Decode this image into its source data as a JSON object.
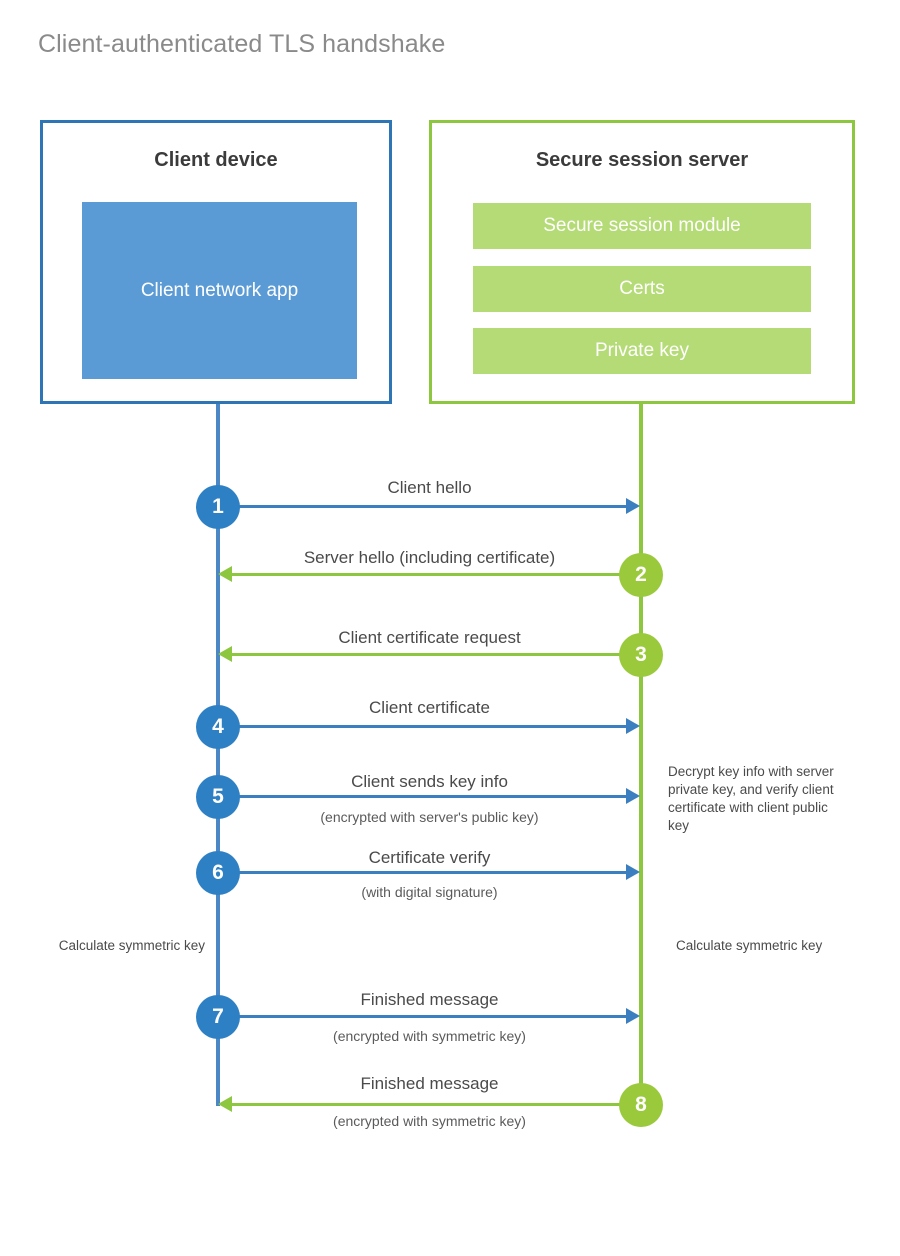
{
  "title": "Client-authenticated TLS handshake",
  "colors": {
    "client_border": "#2E75B6",
    "client_fill": "#5B9BD5",
    "client_line": "#4A87C4",
    "client_badge": "#2E80C4",
    "server_border": "#8DC63F",
    "server_fill": "#B5DB77",
    "server_line": "#8DC63F",
    "server_badge": "#9ACA3C",
    "title_color": "#8a8a8a",
    "text_color": "#4a4a4a",
    "background": "#ffffff"
  },
  "client": {
    "title": "Client device",
    "app_label": "Client network app"
  },
  "server": {
    "title": "Secure session server",
    "components": [
      {
        "label": "Secure session module"
      },
      {
        "label": "Certs"
      },
      {
        "label": "Private key"
      }
    ]
  },
  "steps": [
    {
      "number": "1",
      "label": "Client hello",
      "sublabel": "",
      "direction": "client-to-server",
      "color": "blue"
    },
    {
      "number": "2",
      "label": "Server hello (including certificate)",
      "sublabel": "",
      "direction": "server-to-client",
      "color": "green"
    },
    {
      "number": "3",
      "label": "Client certificate request",
      "sublabel": "",
      "direction": "server-to-client",
      "color": "green"
    },
    {
      "number": "4",
      "label": "Client certificate",
      "sublabel": "",
      "direction": "client-to-server",
      "color": "blue"
    },
    {
      "number": "5",
      "label": "Client sends key info",
      "sublabel": "(encrypted with server's public key)",
      "direction": "client-to-server",
      "color": "blue"
    },
    {
      "number": "6",
      "label": "Certificate verify",
      "sublabel": "(with digital signature)",
      "direction": "client-to-server",
      "color": "blue"
    },
    {
      "number": "7",
      "label": "Finished message",
      "sublabel": "(encrypted with symmetric key)",
      "direction": "client-to-server",
      "color": "blue"
    },
    {
      "number": "8",
      "label": "Finished message",
      "sublabel": "(encrypted with symmetric key)",
      "direction": "server-to-client",
      "color": "green"
    }
  ],
  "notes": {
    "server_decrypt": "Decrypt key info with server private key, and verify client certificate with client public key",
    "client_calculate": "Calculate symmetric key",
    "server_calculate": "Calculate symmetric key"
  }
}
